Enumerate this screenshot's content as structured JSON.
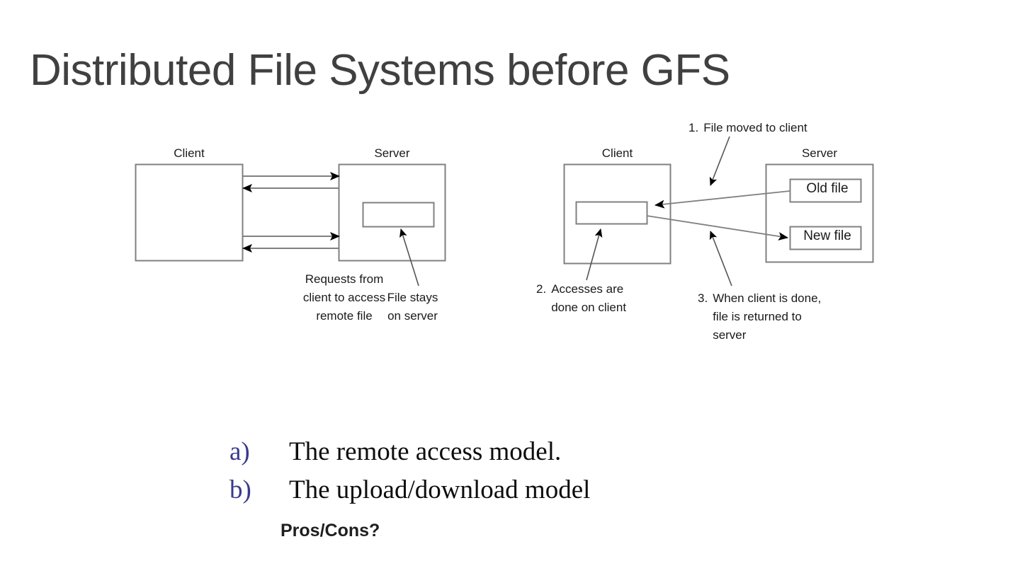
{
  "slide": {
    "title": "Distributed File Systems before GFS"
  },
  "figure": {
    "remote_access": {
      "client_label": "Client",
      "server_label": "Server",
      "caption_requests": "Requests from\nclient to access\nremote file",
      "caption_file_stays": "File stays\non server"
    },
    "upload_download": {
      "client_label": "Client",
      "server_label": "Server",
      "old_file_label": "Old file",
      "new_file_label": "New file",
      "step1_num": "1.",
      "step1_text": "File moved to client",
      "step2_num": "2.",
      "step2_text": "Accesses are\ndone on client",
      "step3_num": "3.",
      "step3_text": "When client is done,\nfile is returned to\nserver"
    }
  },
  "models": {
    "items": [
      {
        "marker": "a)",
        "text": "The remote access model."
      },
      {
        "marker": "b)",
        "text": "The upload/download model"
      }
    ],
    "question": "Pros/Cons?"
  },
  "colors": {
    "background": "#ffffff",
    "title": "#404040",
    "marker": "#3a3a8c",
    "body_text": "#0d0d0d",
    "diagram_stroke": "#808080",
    "arrow_fill": "#000000"
  }
}
